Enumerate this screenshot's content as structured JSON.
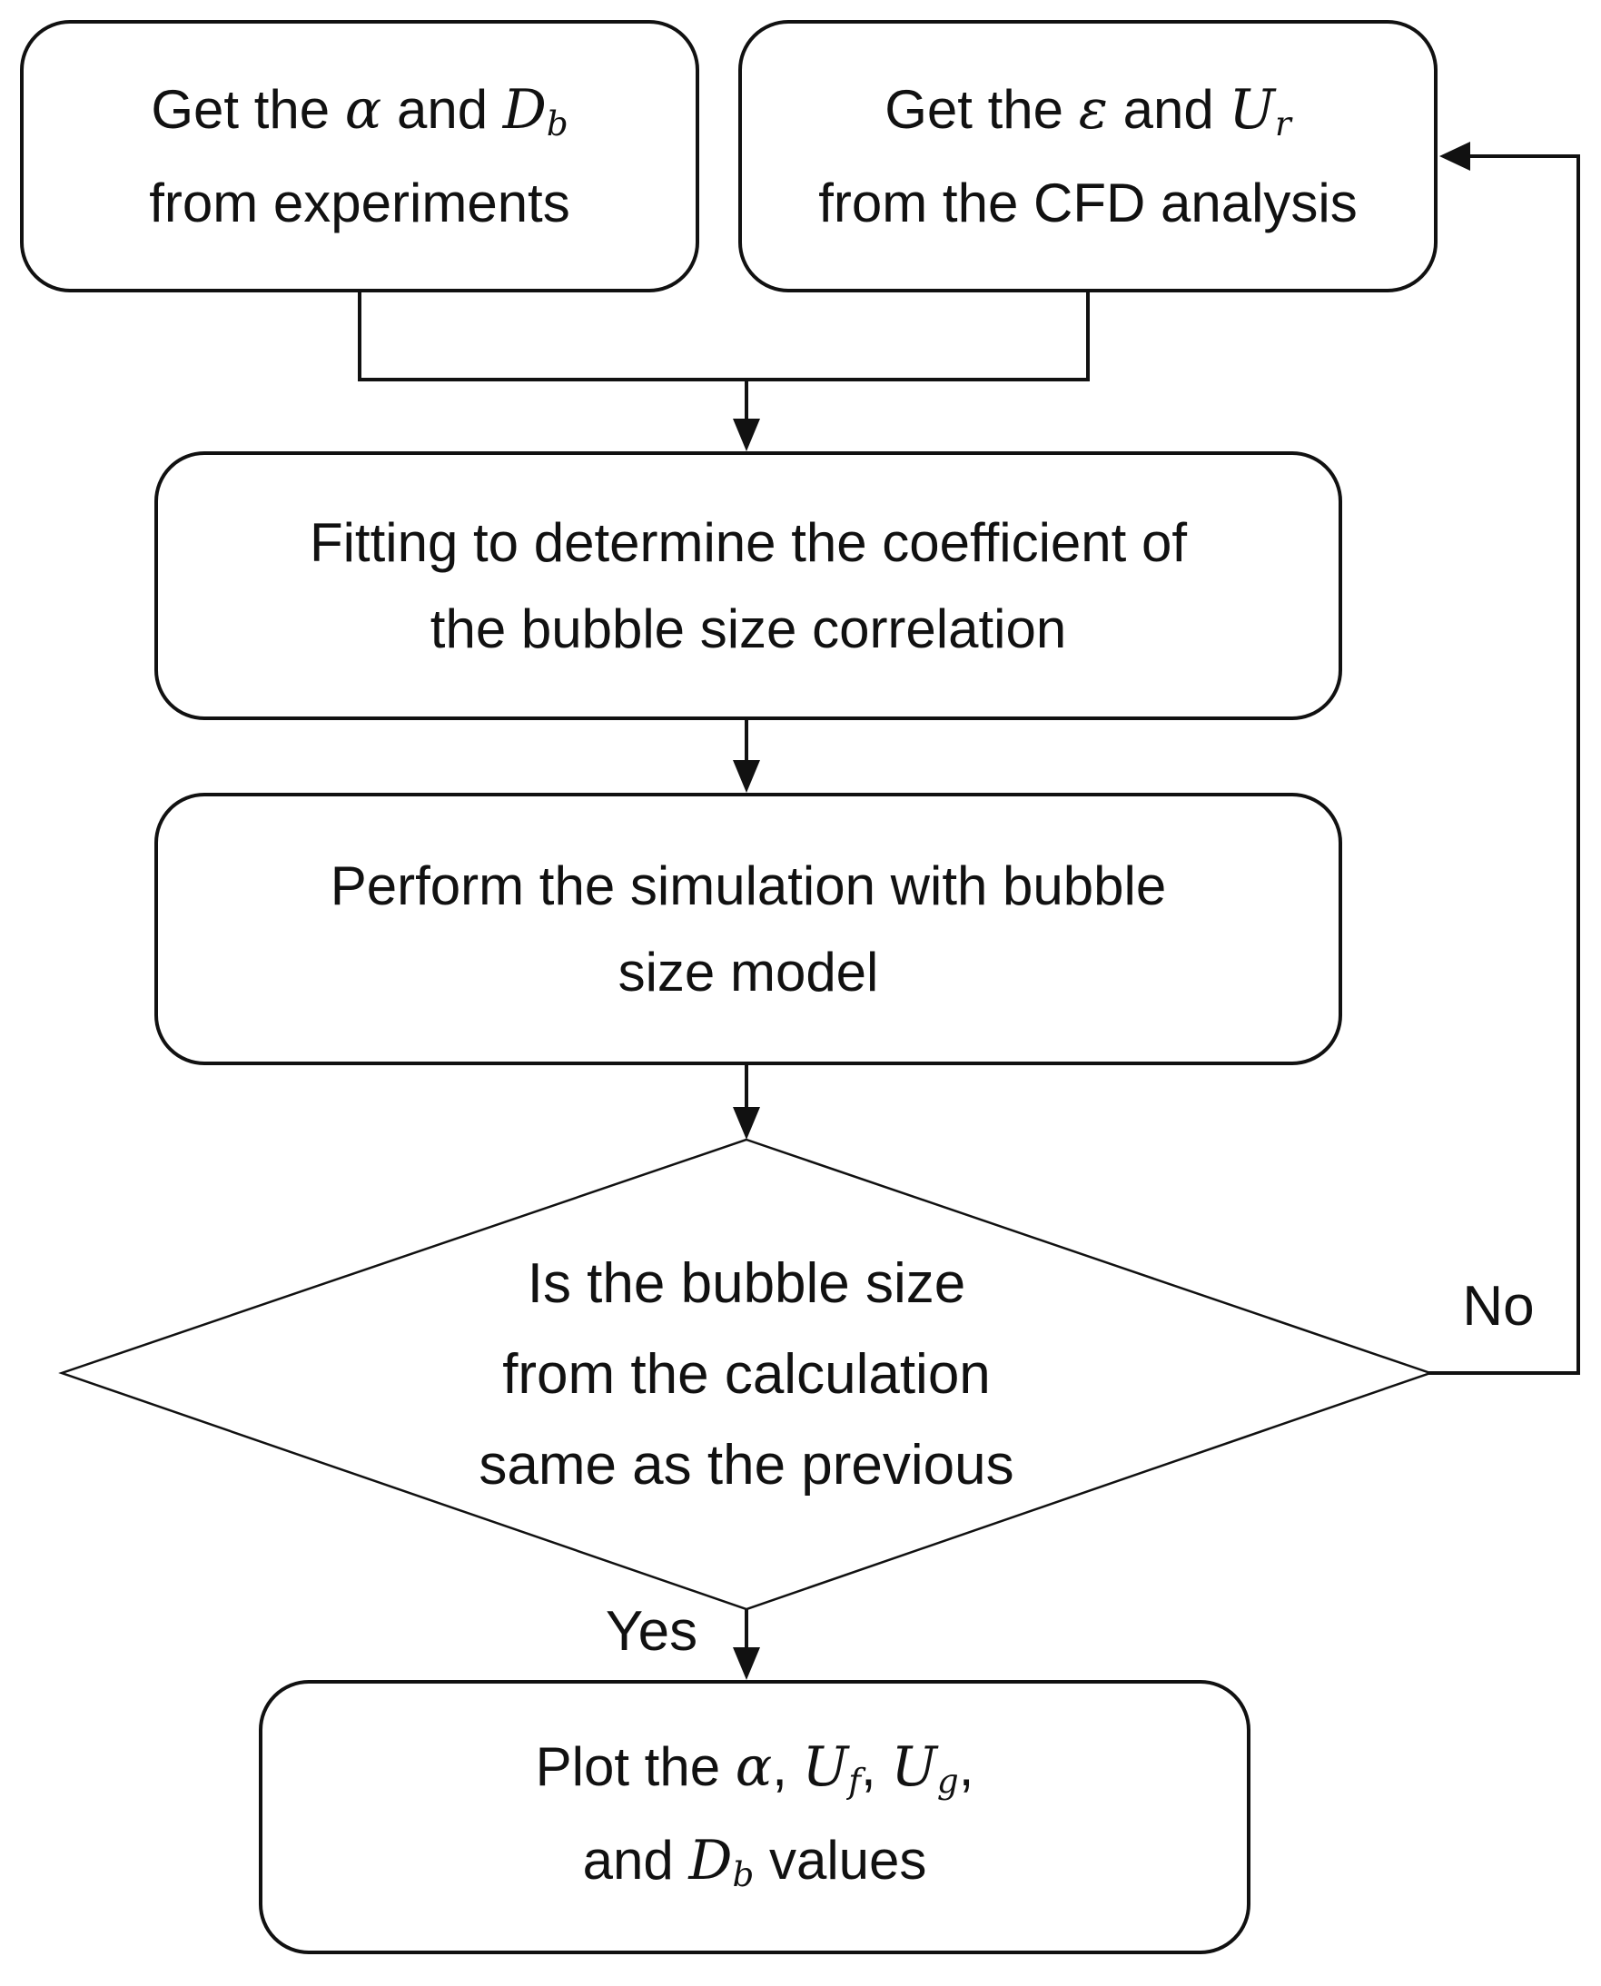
{
  "diagram_title": "Bubble size model CFD iteration flowchart",
  "colors": {
    "stroke": "#111111",
    "background": "#ffffff"
  },
  "nodes": {
    "experiments": {
      "l1_pre": "Get the ",
      "l1_alpha": "α",
      "l1_mid": " and ",
      "l1_D": "D",
      "l1_Dsub": "b",
      "l2": "from experiments"
    },
    "cfd": {
      "l1_pre": "Get the ",
      "l1_eps": "ε",
      "l1_mid": " and ",
      "l1_U": "U",
      "l1_Usub": "r",
      "l2": "from the CFD analysis"
    },
    "fitting": {
      "l1": "Fitting to determine the coefficient of",
      "l2": "the bubble size correlation"
    },
    "perform": {
      "l1": "Perform the simulation with bubble",
      "l2": "size model"
    },
    "decision": {
      "l1": "Is the bubble size",
      "l2": "from the calculation",
      "l3": "same as the previous"
    },
    "plot": {
      "l1_pre": "Plot the ",
      "l1_alpha": "α",
      "l1_c1": ", ",
      "l1_U1": "U",
      "l1_U1sub": "f",
      "l1_c2": ", ",
      "l1_U2": "U",
      "l1_U2sub": "g",
      "l1_c3": ",",
      "l2_pre": "and ",
      "l2_D": "D",
      "l2_Dsub": "b",
      "l2_post": " values"
    }
  },
  "labels": {
    "yes": "Yes",
    "no": "No"
  }
}
